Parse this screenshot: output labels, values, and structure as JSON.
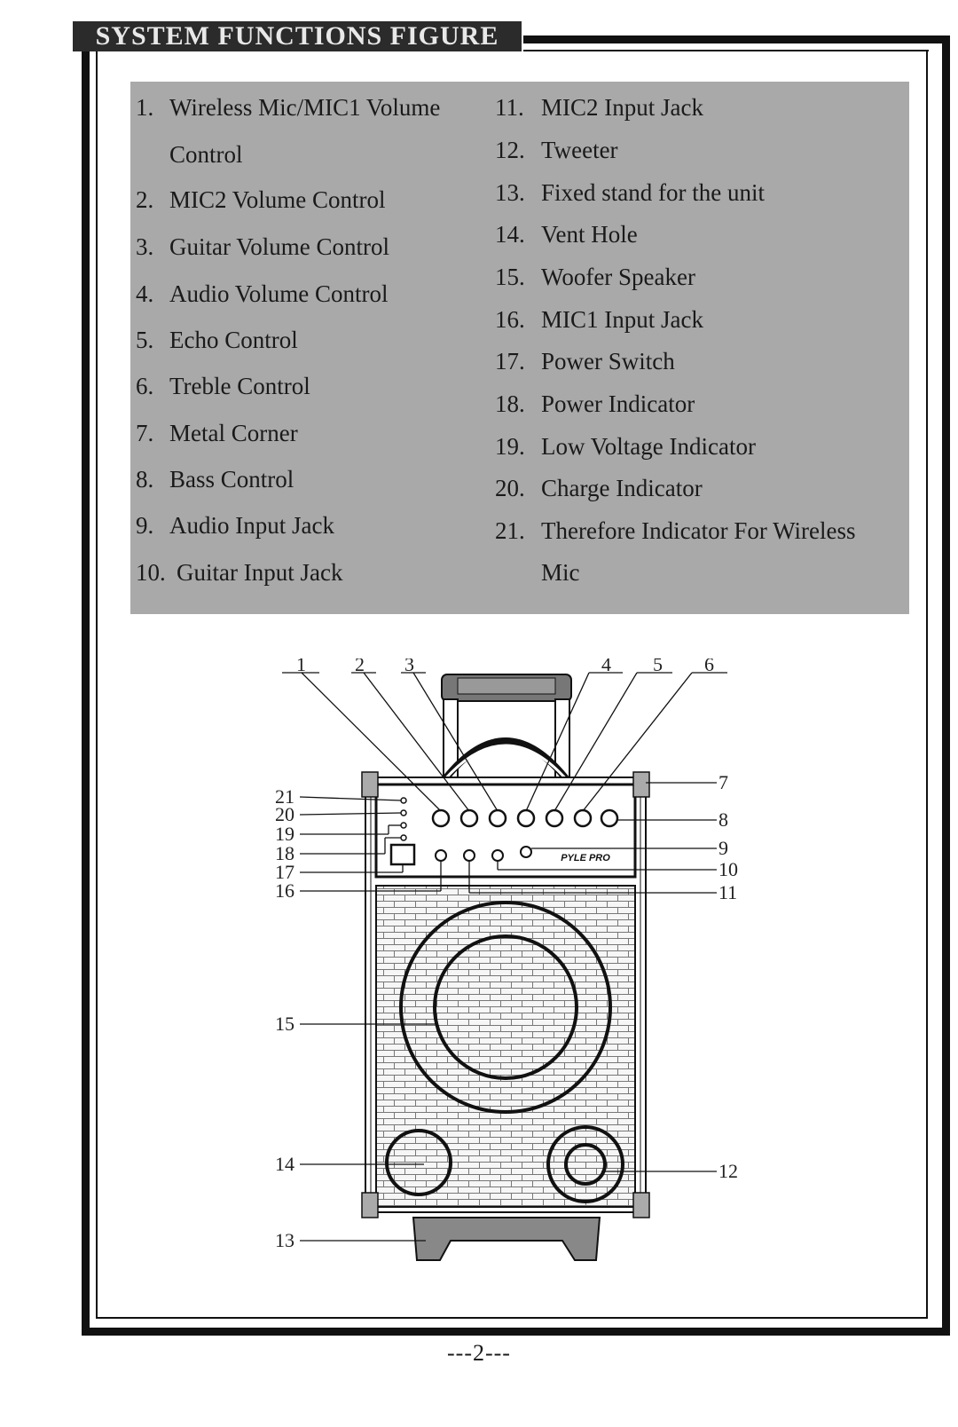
{
  "header": {
    "title": "SYSTEM FUNCTIONS FIGURE"
  },
  "legend": {
    "left": [
      {
        "num": "1.",
        "text": "Wireless Mic/MIC1 Volume",
        "cont": "Control"
      },
      {
        "num": "2.",
        "text": "MIC2 Volume Control"
      },
      {
        "num": "3.",
        "text": "Guitar Volume Control"
      },
      {
        "num": "4.",
        "text": "Audio Volume Control"
      },
      {
        "num": "5.",
        "text": "Echo Control"
      },
      {
        "num": "6.",
        "text": "Treble Control"
      },
      {
        "num": "7.",
        "text": "Metal Corner"
      },
      {
        "num": "8.",
        "text": "Bass Control"
      },
      {
        "num": "9.",
        "text": "Audio Input Jack"
      },
      {
        "num": "10.",
        "text": "Guitar Input Jack"
      }
    ],
    "right": [
      {
        "num": "11.",
        "text": "MIC2 Input Jack"
      },
      {
        "num": "12.",
        "text": "Tweeter"
      },
      {
        "num": "13.",
        "text": "Fixed stand for the unit"
      },
      {
        "num": "14.",
        "text": "Vent Hole"
      },
      {
        "num": "15.",
        "text": "Woofer Speaker"
      },
      {
        "num": "16.",
        "text": "MIC1 Input Jack"
      },
      {
        "num": "17.",
        "text": "Power Switch"
      },
      {
        "num": "18.",
        "text": "Power Indicator"
      },
      {
        "num": "19.",
        "text": "Low Voltage Indicator"
      },
      {
        "num": "20.",
        "text": "Charge Indicator"
      },
      {
        "num": "21.",
        "text": "Therefore Indicator For Wireless",
        "cont": "Mic"
      }
    ]
  },
  "figure": {
    "callouts": [
      "1",
      "2",
      "3",
      "4",
      "5",
      "6",
      "7",
      "8",
      "9",
      "10",
      "11",
      "12",
      "13",
      "14",
      "15",
      "16",
      "17",
      "18",
      "19",
      "20",
      "21"
    ],
    "logo_text": "PYLE PRO"
  },
  "footer": {
    "page_number": "---2---"
  }
}
